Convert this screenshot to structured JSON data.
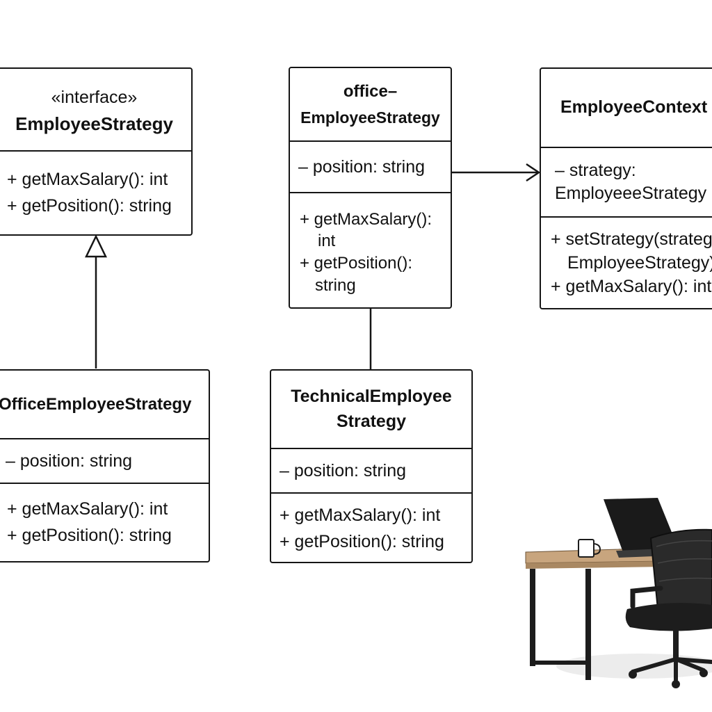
{
  "diagram": {
    "interface_box": {
      "stereotype": "«interface»",
      "name": "EmployeeStrategy",
      "methods": [
        "+ getMaxSalary(): int",
        "+ getPosition(): string"
      ]
    },
    "office_strategy_box": {
      "name_line1": "office–",
      "name_line2": "EmployeeStrategy",
      "attribute": "– position: string",
      "methods": [
        "+ getMaxSalary():",
        "int",
        "+ getPosition():",
        "string"
      ]
    },
    "context_box": {
      "name": "EmployeeContext",
      "attribute_line1": "–  strategy:",
      "attribute_line2": "EmployeeeStrategy",
      "methods": [
        "+ setStrategy(strategy:",
        "EmployeeStrategy)",
        "+ getMaxSalary(): int"
      ]
    },
    "office_employee_box": {
      "name": "OfficeEmployeeStrategy",
      "attribute": "– position: string",
      "methods": [
        "+ getMaxSalary(): int",
        "+ getPosition(): string"
      ]
    },
    "technical_box": {
      "name_line1": "TechnicalEmployee",
      "name_line2": "Strategy",
      "attribute": "– position: string",
      "methods": [
        "+ getMaxSalary(): int",
        "+ getPosition(): string"
      ]
    }
  },
  "colors": {
    "line": "#151515",
    "desk_top": "#c8a57e",
    "chair": "#1d1d1d",
    "laptop": "#1a1a1a"
  }
}
